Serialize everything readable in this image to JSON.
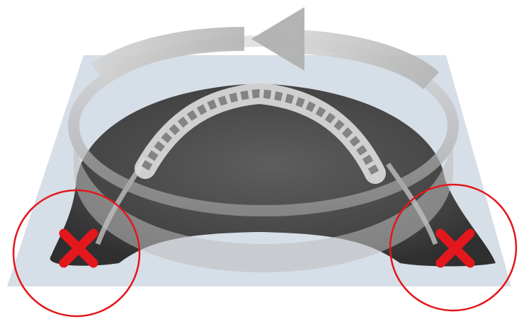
{
  "colors": {
    "background": "#ffffff",
    "plane": "#cfd8e3",
    "scan_dark": "#3f3f3f",
    "scan_mid": "#6b6b6b",
    "teeth": "#d9d9d9",
    "ring": "#b9b9b9",
    "arrow": "#c4c4c4",
    "marker": "#e3171c"
  },
  "icons": {
    "rotation": "rotate-arrow-icon",
    "excluded": "x-mark-icon"
  },
  "markers": [
    {
      "side": "left",
      "meaning": "excluded-area"
    },
    {
      "side": "right",
      "meaning": "excluded-area"
    }
  ]
}
